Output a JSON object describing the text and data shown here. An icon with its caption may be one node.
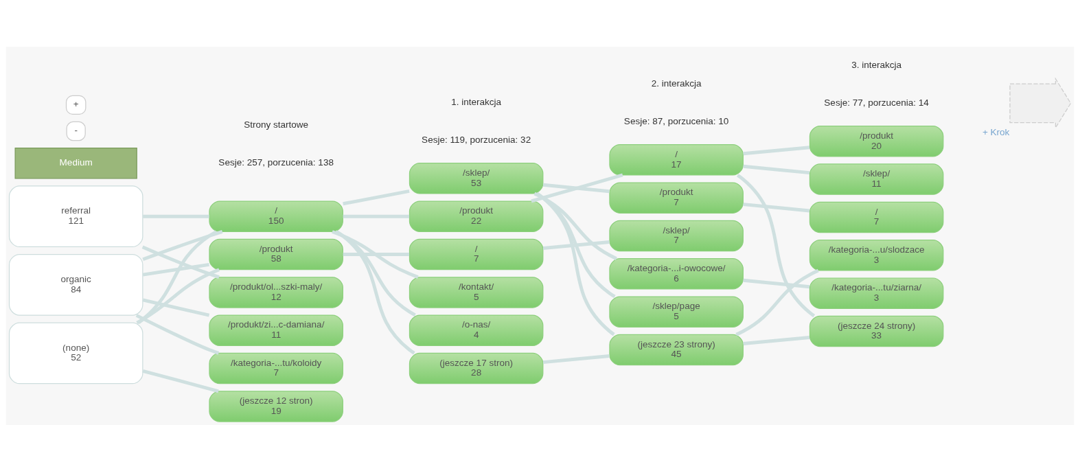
{
  "diagram": {
    "nodes": [
      {
        "text": [
          "referral",
          "121"
        ]
      },
      {
        "text": [
          "organic",
          "84"
        ]
      },
      {
        "text": [
          "(none)",
          "52"
        ]
      },
      {
        "text": [
          "/",
          "150"
        ]
      },
      {
        "text": [
          "/produkt",
          "58"
        ]
      },
      {
        "text": [
          "/produkt/ol...szki-maly/",
          "12"
        ]
      },
      {
        "text": [
          "/produkt/zi...c-damiana/",
          "11"
        ]
      },
      {
        "text": [
          "/kategoria-...tu/koloidy",
          "7"
        ]
      },
      {
        "text": [
          "(jeszcze 12 stron)",
          "19"
        ]
      },
      {
        "text": [
          "/sklep/",
          "53"
        ]
      },
      {
        "text": [
          "/produkt",
          "22"
        ]
      },
      {
        "text": [
          "/",
          "7"
        ]
      },
      {
        "text": [
          "/kontakt/",
          "5"
        ]
      },
      {
        "text": [
          "/o-nas/",
          "4"
        ]
      },
      {
        "text": [
          "(jeszcze 17 stron)",
          "28"
        ]
      },
      {
        "text": [
          "/",
          "17"
        ]
      },
      {
        "text": [
          "/produkt",
          "7"
        ]
      },
      {
        "text": [
          "/sklep/",
          "7"
        ]
      },
      {
        "text": [
          "/kategoria-...i-owocowe/",
          "6"
        ]
      },
      {
        "text": [
          "/sklep/page",
          "5"
        ]
      },
      {
        "text": [
          "(jeszcze 23 strony)",
          "45"
        ]
      },
      {
        "text": [
          "/produkt",
          "20"
        ]
      },
      {
        "text": [
          "/sklep/",
          "11"
        ]
      },
      {
        "text": [
          "/",
          "7"
        ]
      },
      {
        "text": [
          "/kategoria-...u/slodzace",
          "3"
        ]
      },
      {
        "text": [
          "/kategoria-...tu/ziarna/",
          "3"
        ]
      },
      {
        "text": [
          "(jeszcze 24 strony)",
          "33"
        ]
      },
      {
        "text": [],
        "shape": "arrow",
        "beside": [
          "+ Krok"
        ]
      }
    ],
    "edges": [
      {
        "from": 0,
        "to": 3,
        "arrow": "none"
      },
      {
        "from": 0,
        "to": 5,
        "arrow": "none"
      },
      {
        "from": 1,
        "to": 3,
        "arrow": "none"
      },
      {
        "from": 1,
        "to": 4,
        "arrow": "none"
      },
      {
        "from": 1,
        "to": 6,
        "arrow": "none"
      },
      {
        "from": 1,
        "to": 7,
        "arrow": "none"
      },
      {
        "from": 2,
        "to": 3,
        "arrow": "none"
      },
      {
        "from": 2,
        "to": 4,
        "arrow": "none"
      },
      {
        "from": 2,
        "to": 8,
        "arrow": "none"
      },
      {
        "from": 3,
        "to": 9,
        "arrow": "none"
      },
      {
        "from": 3,
        "to": 10,
        "arrow": "none"
      },
      {
        "from": 3,
        "to": 12,
        "arrow": "none"
      },
      {
        "from": 3,
        "to": 13,
        "arrow": "none"
      },
      {
        "from": 3,
        "to": 14,
        "arrow": "none"
      },
      {
        "from": 4,
        "to": 11,
        "arrow": "none"
      },
      {
        "from": 9,
        "to": 16,
        "arrow": "none"
      },
      {
        "from": 9,
        "to": 18,
        "arrow": "none"
      },
      {
        "from": 9,
        "to": 19,
        "arrow": "none"
      },
      {
        "from": 9,
        "to": 20,
        "arrow": "none"
      },
      {
        "from": 10,
        "to": 15,
        "arrow": "none"
      },
      {
        "from": 11,
        "to": 17,
        "arrow": "none"
      },
      {
        "from": 14,
        "to": 20,
        "arrow": "none"
      },
      {
        "from": 15,
        "to": 21,
        "arrow": "none"
      },
      {
        "from": 15,
        "to": 22,
        "arrow": "none"
      },
      {
        "from": 15,
        "to": 26,
        "arrow": "none"
      },
      {
        "from": 16,
        "to": 23,
        "arrow": "none"
      },
      {
        "from": 18,
        "to": 25,
        "arrow": "none"
      },
      {
        "from": 20,
        "to": 24,
        "arrow": "none"
      },
      {
        "from": 20,
        "to": 26,
        "arrow": "none"
      }
    ],
    "labels": [
      "Medium",
      "Strony startowe",
      "Sesje: 257, porzucenia: 138",
      "1. interakcja",
      "Sesje: 119, porzucenia: 32",
      "2. interakcja",
      "Sesje: 87, porzucenia: 10",
      "3. interakcja",
      "Sesje: 77, porzucenia: 14",
      "+",
      "-"
    ]
  }
}
